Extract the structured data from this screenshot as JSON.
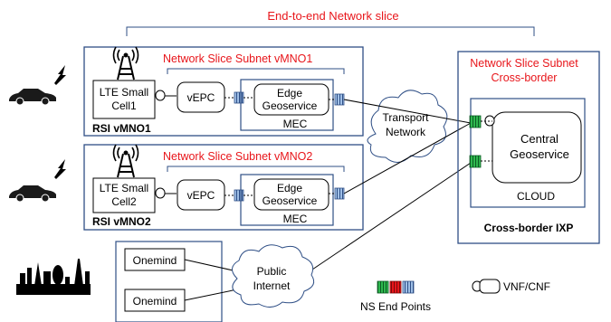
{
  "title": "End-to-end Network slice",
  "subnet_vmno1": {
    "label": "Network Slice Subnet vMNO1",
    "rsi_label": "RSI vMNO1",
    "lte_line1": "LTE Small",
    "lte_line2": "Cell1",
    "vepc": "vEPC",
    "edge_line1": "Edge",
    "edge_line2": "Geoservice",
    "mec": "MEC"
  },
  "subnet_vmno2": {
    "label": "Network Slice Subnet vMNO2",
    "rsi_label": "RSI vMNO2",
    "lte_line1": "LTE Small",
    "lte_line2": "Cell2",
    "vepc": "vEPC",
    "edge_line1": "Edge",
    "edge_line2": "Geoservice",
    "mec": "MEC"
  },
  "transport": {
    "line1": "Transport",
    "line2": "Network"
  },
  "cross_border": {
    "label_line1": "Network Slice Subnet",
    "label_line2": "Cross-border",
    "central_line1": "Central",
    "central_line2": "Geoservice",
    "cloud": "CLOUD",
    "ixp": "Cross-border IXP"
  },
  "public": {
    "onemind1": "Onemind",
    "onemind2": "Onemind",
    "internet_line1": "Public",
    "internet_line2": "Internet"
  },
  "legend": {
    "endpoints": "NS End Points",
    "vnf": "VNF/CNF"
  },
  "colors": {
    "accent": "#e8161b",
    "border": "#2f4f86",
    "endpoint_green": "#2fb84f",
    "endpoint_red": "#e8161b",
    "endpoint_blue": "#9fbfe6"
  }
}
